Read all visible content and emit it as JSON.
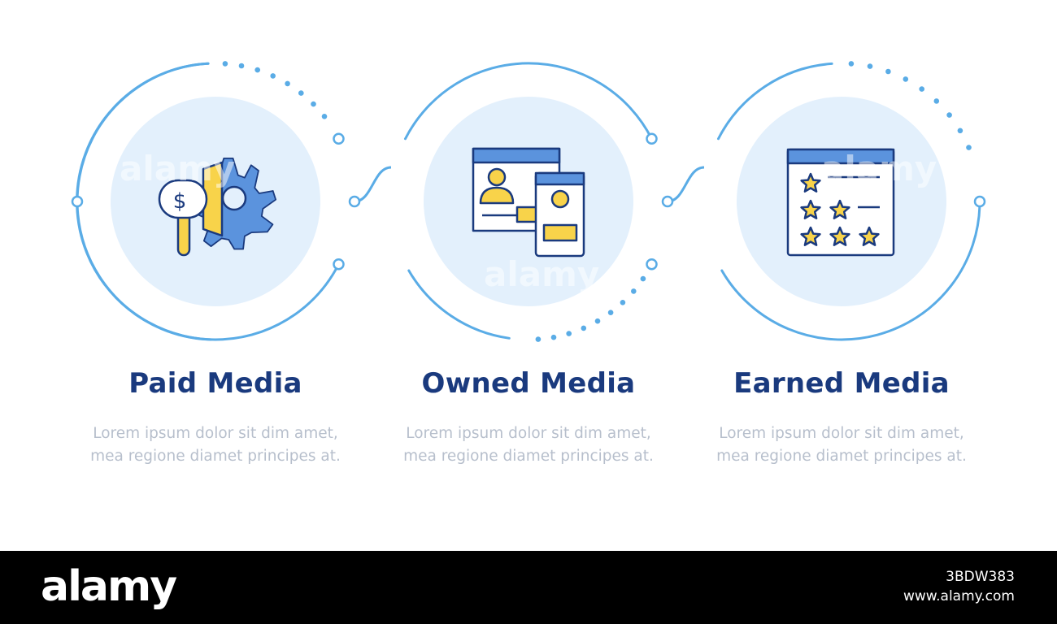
{
  "steps": [
    {
      "title": "Paid Media",
      "description": "Lorem ipsum dolor sit dim amet, mea regione diamet principes at.",
      "icon": "megaphone-gear-icon"
    },
    {
      "title": "Owned Media",
      "description": "Lorem ipsum dolor sit dim amet, mea regione diamet principes at.",
      "icon": "website-profile-icon"
    },
    {
      "title": "Earned Media",
      "description": "Lorem ipsum dolor sit dim amet, mea regione diamet principes at.",
      "icon": "star-rating-window-icon"
    }
  ],
  "colors": {
    "ring": "#5aace6",
    "disc": "#e3f0fc",
    "icon_blue": "#5b93dd",
    "icon_yellow": "#f8d34a",
    "outline": "#1a3a7e",
    "title": "#1a3a7e",
    "description": "#b7bfcc"
  },
  "watermark": "alamy",
  "footer": {
    "logo": "alamy",
    "image_id": "3BDW383",
    "url": "www.alamy.com"
  }
}
